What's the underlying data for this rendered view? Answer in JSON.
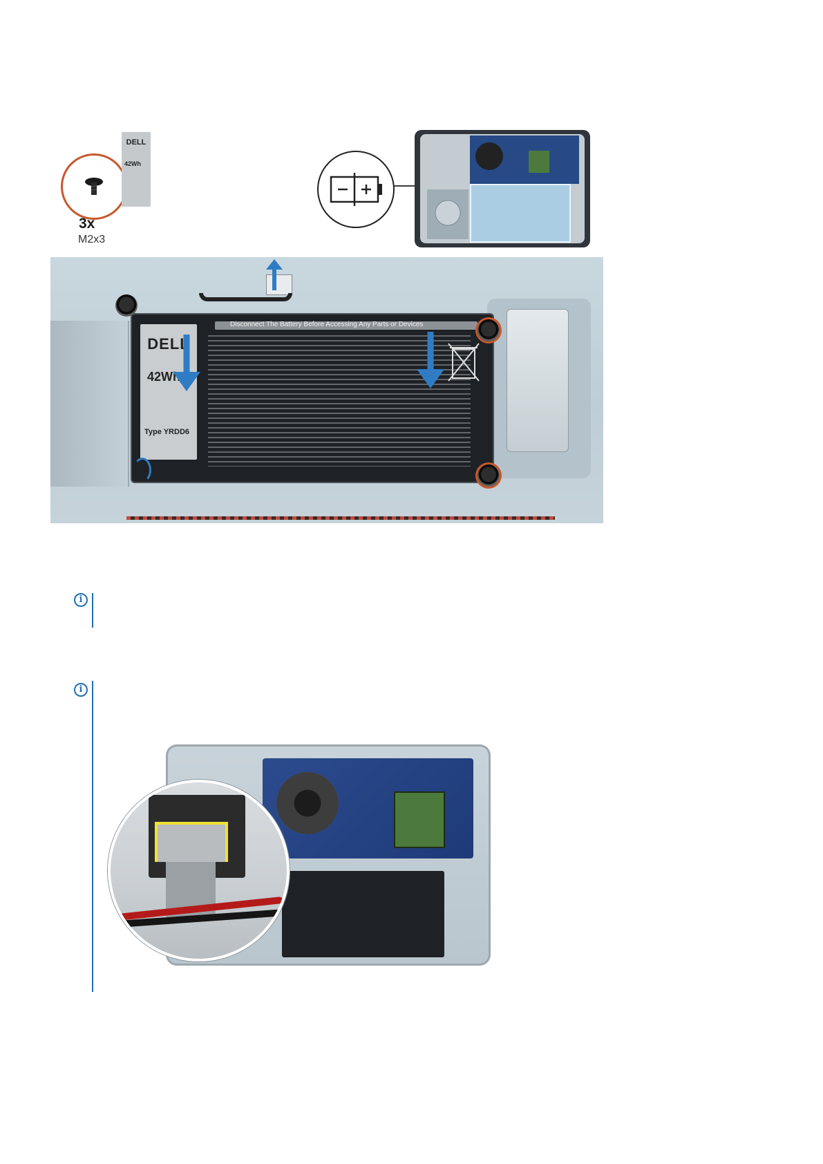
{
  "screw": {
    "quantity": "3x",
    "size": "M2x3"
  },
  "battery": {
    "brand": "DELL",
    "capacity": "42Wh",
    "type": "Type YRDD6",
    "warning_banner": "Disconnect The Battery Before Accessing Any Parts or Devices"
  },
  "bottom_battery": {
    "brand": "DELL",
    "capacity": "42Wh"
  },
  "colors": {
    "screw_highlight": "#c8572a",
    "arrow_blue": "#2f7cc4",
    "note_accent": "#1f6fb8",
    "magnifier_highlight": "#f1e230"
  },
  "icons": {
    "note": "info-icon",
    "battery_symbol": "battery-icon",
    "screw": "screw-icon"
  }
}
